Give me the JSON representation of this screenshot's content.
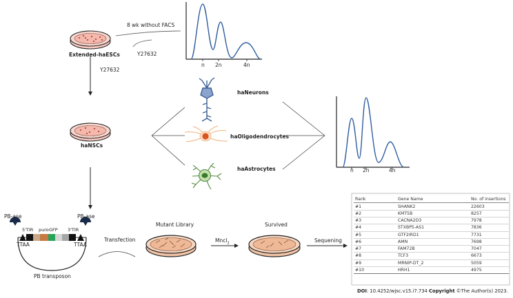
{
  "labels": {
    "extended_haescs": "Extended-haESCs",
    "eight_wk": "8 wk without FACS",
    "y27632_top": "Y27632",
    "y27632_left": "Y27632",
    "hansc": "haNSCs",
    "haneurons": "haNeurons",
    "haoligo": "haOligodendrocytes",
    "haastro": "haAstrocytes",
    "pb_ase_left": "PB-ase",
    "pb_ase_right": "PB-ase",
    "tir5": "5'TIR",
    "tir3": "3'TIR",
    "puro": "puro",
    "gfp": "GFP",
    "ttaa_left": "TTAA",
    "ttaa_right": "TTAA",
    "pb_transposon": "PB transposon",
    "transfection": "Transfection",
    "mutant_library": "Mutant Library",
    "mncl2_main": "Mncl",
    "mncl2_sub": "2",
    "survived": "Survived",
    "sequening": "Sequening"
  },
  "histogram_top": {
    "ticks": [
      "n",
      "2n",
      "4n"
    ]
  },
  "histogram_right": {
    "ticks": [
      "n",
      "2n",
      "4n"
    ]
  },
  "table": {
    "headers": [
      "Rank",
      "Gene Name",
      "No. of insertions"
    ],
    "rows": [
      [
        "#1",
        "SHANK2",
        "22603"
      ],
      [
        "#2",
        "KMT5B",
        "8257"
      ],
      [
        "#3",
        "CACNA2D3",
        "7978"
      ],
      [
        "#4",
        "STXBP5-AS1",
        "7836"
      ],
      [
        "#5",
        "GTF2IRD1",
        "7731"
      ],
      [
        "#6",
        "AMN",
        "7698"
      ],
      [
        "#7",
        "FAM72B",
        "7047"
      ],
      [
        "#8",
        "TCF3",
        "6673"
      ],
      [
        "#9",
        "MRNIP-DT_2",
        "5059"
      ],
      [
        "#10",
        "HRH1",
        "4975"
      ]
    ]
  },
  "footer": {
    "doi_label": "DOI",
    "doi_text": ": 10.4252/wjsc.v15.i7.734 ",
    "copyright_label": "Copyright",
    "copyright_text": " ©The Author(s) 2023."
  },
  "colors": {
    "histogram_line": "#2f5d9e",
    "dish_pink": "#f6c9c0",
    "neuron": "#3d5f94",
    "oligo_body": "#d9541e",
    "oligo_proc": "#f0b27a",
    "astro": "#4f8a3c",
    "gfp": "#2aa35a"
  }
}
